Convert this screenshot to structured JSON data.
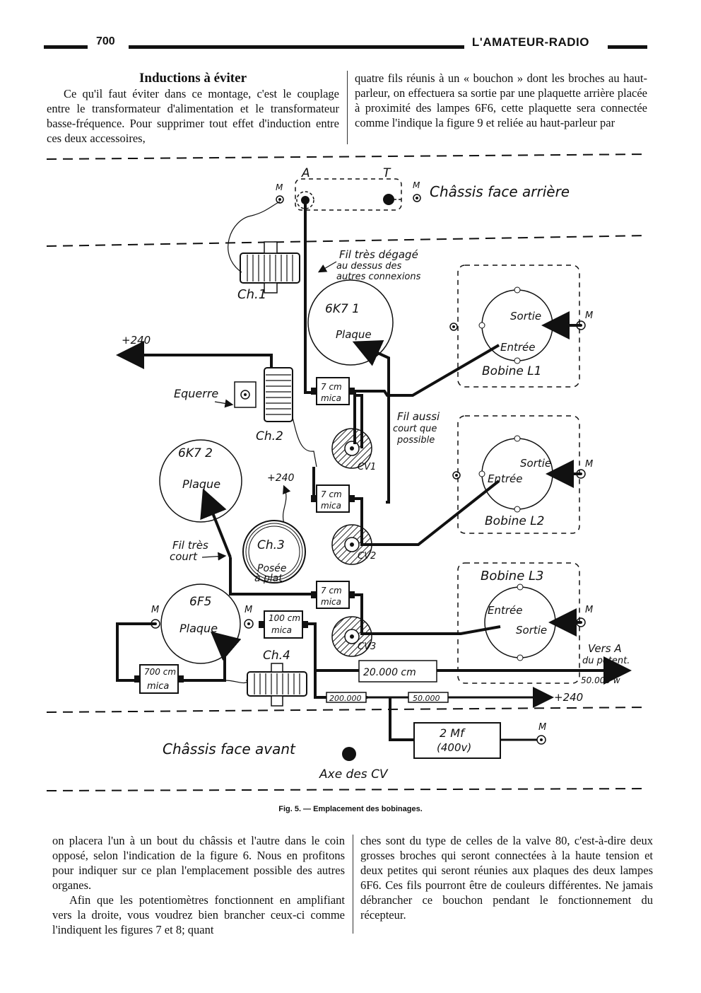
{
  "header": {
    "page_number": "700",
    "journal": "L'AMATEUR-RADIO"
  },
  "top": {
    "heading": "Inductions à éviter",
    "left_text": "Ce qu'il faut éviter dans ce montage, c'est le couplage entre le transformateur d'alimentation et le transformateur basse-fréquence. Pour supprimer tout effet d'induction entre ces deux accessoires,",
    "right_text": "quatre fils réunis à un « bouchon » dont les broches au haut-parleur, on effectuera sa sortie par une plaquette arrière placée à proximité des lampes 6F6, cette plaquette sera connectée comme l'indique la figure 9 et reliée au haut-parleur par"
  },
  "figure": {
    "labels": {
      "A": "A",
      "T": "T",
      "M": "M",
      "chassis_rear": "Châssis face arrière",
      "chassis_front": "Châssis face avant",
      "fil_degage_1": "Fil très dégagé",
      "fil_degage_2": "au dessus des",
      "fil_degage_3": "autres connexions",
      "ch1": "Ch.1",
      "ch2": "Ch.2",
      "ch3": "Ch.3",
      "ch3_note_1": "Posée",
      "ch3_note_2": "à plat",
      "ch4": "Ch.4",
      "tube1": "6K7 1",
      "tube2": "6K7 2",
      "tube3": "6F5",
      "plaque": "Plaque",
      "plus240": "+240",
      "equerre": "Equerre",
      "mica7_top": "7 cm",
      "mica7_bottom": "mica",
      "mica100_top": "100 cm",
      "mica700_top": "700 cm",
      "cv1": "CV1",
      "cv2": "CV2",
      "cv3": "CV3",
      "fil_aussi_1": "Fil aussi",
      "fil_aussi_2": "court que",
      "fil_aussi_3": "possible",
      "fil_tres_court_1": "Fil très",
      "fil_tres_court_2": "court",
      "sortie": "Sortie",
      "entree": "Entrée",
      "bobine_l1": "Bobine L1",
      "bobine_l2": "Bobine L2",
      "bobine_l3": "Bobine L3",
      "vers_a_1": "Vers A",
      "vers_a_2": "du potent.",
      "r20000": "20.000 cm",
      "r50000w": "50.000 w",
      "r200000": "200.000",
      "r50000": "50.000",
      "cap_2mf_1": "2 Mf",
      "cap_2mf_2": "(400v)",
      "axe_cv": "Axe des CV"
    },
    "caption": "Fig. 5. — Emplacement des bobinages."
  },
  "bottom": {
    "left_p1": "on placera l'un à un bout du châssis et l'autre dans le coin opposé, selon l'indication de la figure 6. Nous en profitons pour indiquer sur ce plan l'emplacement possible des autres organes.",
    "left_p2": "Afin que les potentiomètres fonctionnent en amplifiant vers la droite, vous voudrez bien brancher ceux-ci comme l'indiquent les figures 7 et 8; quant",
    "right_text": "ches sont du type de celles de la valve 80, c'est-à-dire deux grosses broches qui seront connectées à la haute tension et deux petites qui seront réunies aux plaques des deux lampes 6F6. Ces fils pourront être de couleurs différentes. Ne jamais débrancher ce bouchon pendant le fonctionnement du récepteur."
  }
}
